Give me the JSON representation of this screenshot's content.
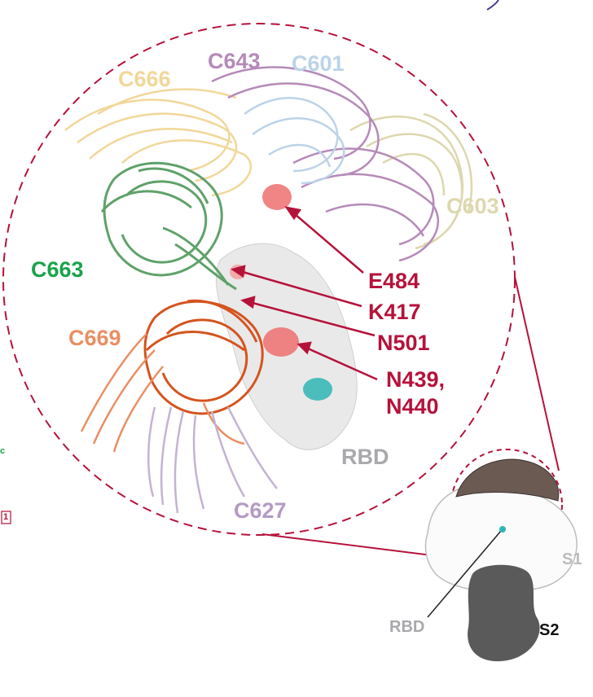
{
  "antibodies": [
    {
      "id": "C643",
      "color": "#b58ab8"
    },
    {
      "id": "C601",
      "color": "#bcd3e8"
    },
    {
      "id": "C666",
      "color": "#f1d79a"
    },
    {
      "id": "C603",
      "color": "#dcd8ae"
    },
    {
      "id": "C663",
      "color": "#1aa34a"
    },
    {
      "id": "C669",
      "color": "#e98f63"
    },
    {
      "id": "C627",
      "color": "#b49ac6"
    }
  ],
  "residues": [
    "E484",
    "K417",
    "N501",
    "N439,",
    "N440"
  ],
  "domain_labels": {
    "rbd_zoom": "RBD",
    "rbd_inset": "RBD",
    "s1": "S1",
    "s2": "S2"
  },
  "edge_fragments": [
    "c",
    "1"
  ],
  "colors": {
    "accent": "#b5123a",
    "domain_gray": "#a8a8ad",
    "s2_fill": "#5a5a5a"
  }
}
